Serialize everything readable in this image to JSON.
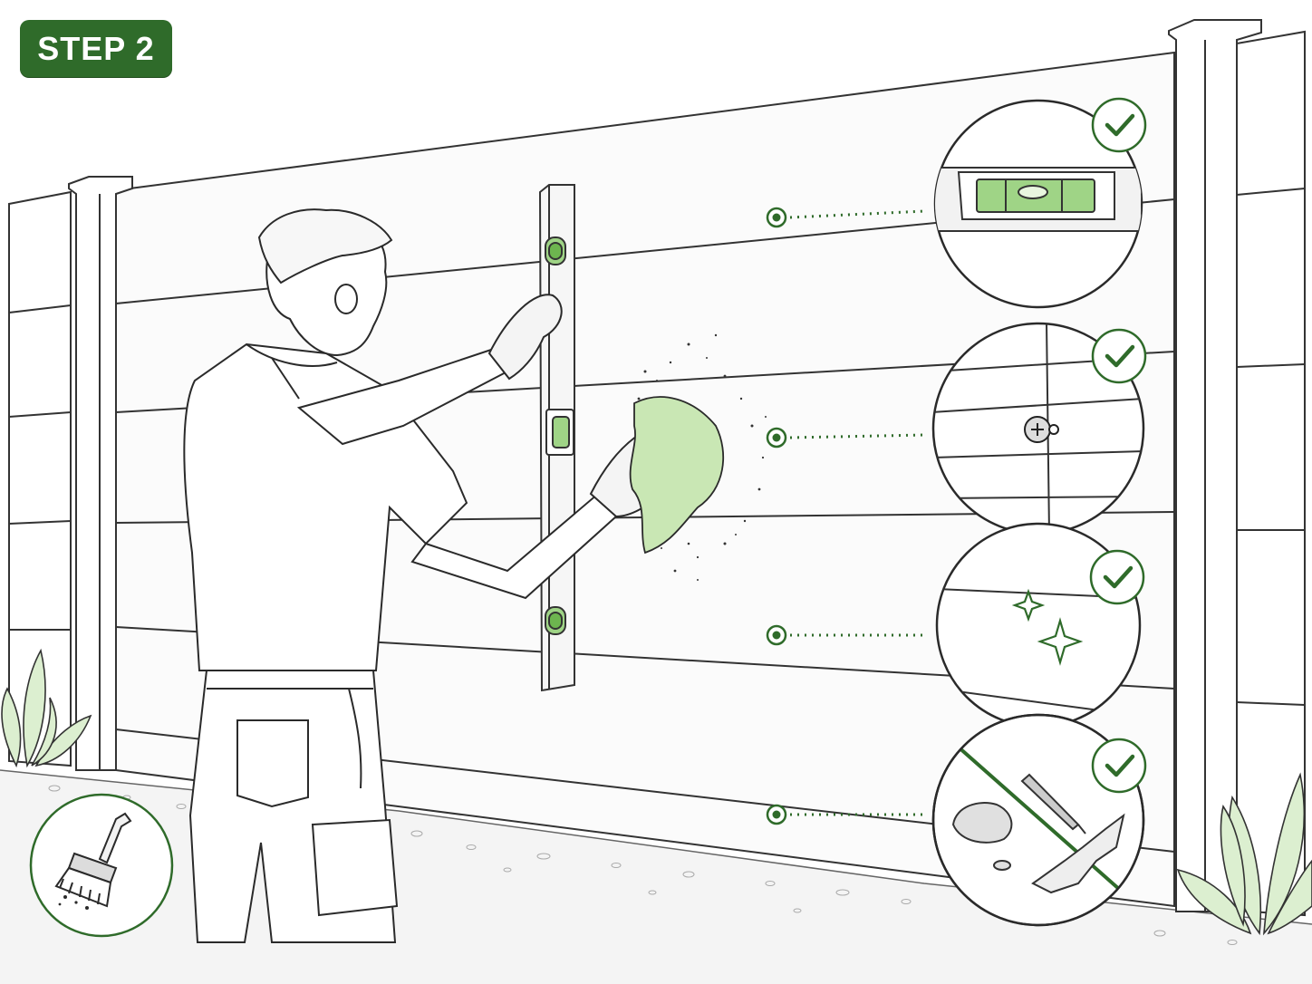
{
  "badge": {
    "label": "STEP 2"
  },
  "colors": {
    "accent": "#2f6b2a",
    "highlight": "#9fd486",
    "line": "#2a2a2a"
  },
  "checks": [
    {
      "topic": "level",
      "icon": "level-bubble-icon",
      "status": "check-icon"
    },
    {
      "topic": "screw",
      "icon": "screw-icon",
      "status": "check-icon"
    },
    {
      "topic": "clean",
      "icon": "sparkle-icon",
      "status": "check-icon"
    },
    {
      "topic": "debris",
      "icon": "debris-icon",
      "status": "check-icon"
    }
  ],
  "corner_icon": "broom-icon"
}
